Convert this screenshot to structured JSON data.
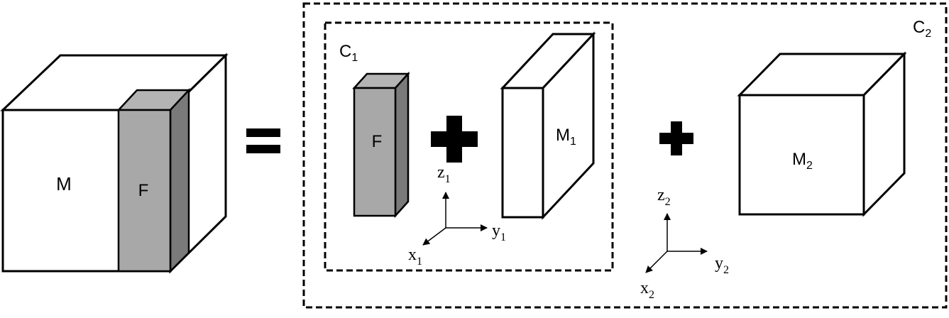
{
  "labels": {
    "big_cube": "M",
    "fiber": "F",
    "fiber_small": "F",
    "m1_base": "M",
    "m1_sub": "1",
    "m2_base": "M",
    "m2_sub": "2",
    "c1_base": "C",
    "c1_sub": "1",
    "c2_base": "C",
    "c2_sub": "2"
  },
  "axes1": {
    "z_base": "z",
    "z_sub": "1",
    "y_base": "y",
    "y_sub": "1",
    "x_base": "x",
    "x_sub": "1"
  },
  "axes2": {
    "z_base": "z",
    "z_sub": "2",
    "y_base": "y",
    "y_sub": "2",
    "x_base": "x",
    "x_sub": "2"
  },
  "colors": {
    "fiber_front": "#a8a8a8",
    "fiber_side": "#7a7a7a",
    "fiber_top": "#b4b4b4",
    "stroke": "#000000",
    "background": "#ffffff"
  }
}
